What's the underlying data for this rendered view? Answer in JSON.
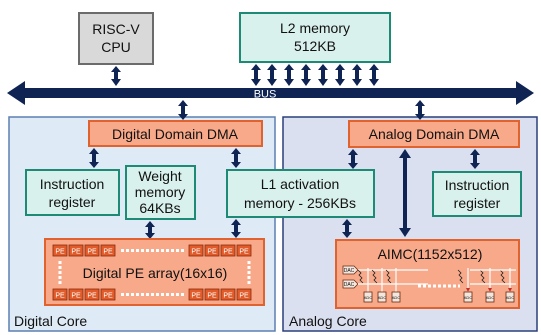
{
  "blocks": {
    "riscv": {
      "line1": "RISC-V",
      "line2": "CPU"
    },
    "l2": {
      "line1": "L2 memory",
      "line2": "512KB"
    },
    "bus": "BUS",
    "digital_dma": "Digital Domain DMA",
    "analog_dma": "Analog Domain DMA",
    "instr_left": {
      "line1": "Instruction",
      "line2": "register"
    },
    "weight_mem": {
      "line1": "Weight",
      "line2": "memory",
      "line3": "64KBs"
    },
    "l1_act": {
      "line1": "L1 activation",
      "line2": "memory - 256KBs"
    },
    "instr_right": {
      "line1": "Instruction",
      "line2": "register"
    },
    "pe_label": "PE",
    "pe_array": "Digital PE array(16x16)",
    "aimc": "AIMC(1152x512)",
    "dac": "DAC",
    "adc": "ADC",
    "digital_core": "Digital Core",
    "analog_core": "Analog Core"
  },
  "colors": {
    "bus": "#0f2453",
    "digital_core_bg": "#deeaf6",
    "analog_core_bg": "#dbe0f0",
    "teal_fill": "#d9f1ec",
    "teal_stroke": "#1c8a74",
    "orange_fill": "#f8a98a",
    "orange_stroke": "#e0632f",
    "pe_fill": "#e25c2b",
    "gray_fill": "#d9d9d9"
  }
}
